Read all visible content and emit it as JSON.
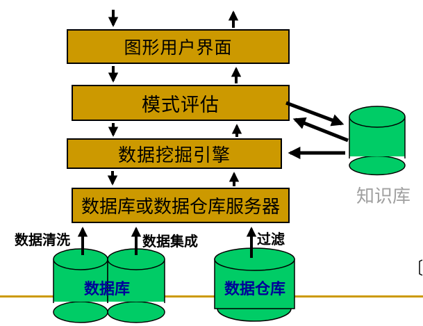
{
  "diagram": {
    "title": "data-mining-architecture",
    "boxes": [
      {
        "id": "gui",
        "label": "图形用户界面"
      },
      {
        "id": "pattern-eval",
        "label": "模式评估"
      },
      {
        "id": "mining-engine",
        "label": "数据挖掘引擎"
      },
      {
        "id": "db-server",
        "label": "数据库或数据仓库服务器"
      }
    ],
    "stores": [
      {
        "id": "database",
        "label": "数据库"
      },
      {
        "id": "warehouse",
        "label": "数据仓库"
      },
      {
        "id": "knowledge",
        "label": "知识库"
      }
    ],
    "process_labels": [
      {
        "id": "clean",
        "label": "数据清洗"
      },
      {
        "id": "integrate",
        "label": "数据集成"
      },
      {
        "id": "filter",
        "label": "过滤"
      }
    ],
    "colors": {
      "box_fill": "#CC9900",
      "box_border": "#000000",
      "cylinder_fill": "#00CC66",
      "cylinder_stroke": "#000000",
      "store_label_blue": "#000099",
      "knowledge_label_gray": "#A0A0A0",
      "arrow_black": "#000000",
      "rule_gold": "#CC9900"
    }
  }
}
